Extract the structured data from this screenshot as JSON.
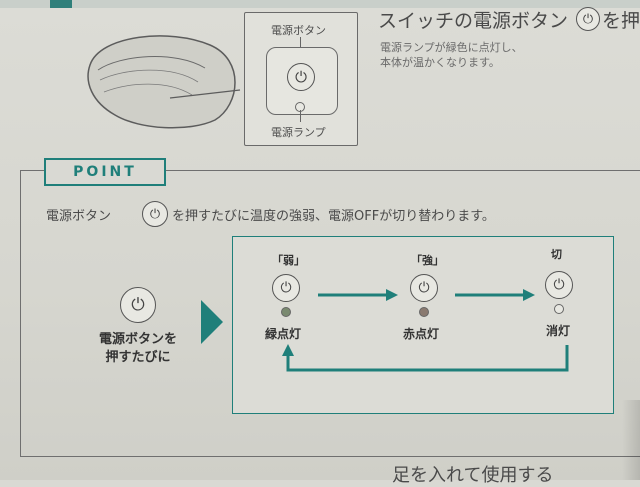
{
  "illustration": {
    "power_button_label": "電源ボタン",
    "power_lamp_label": "電源ランプ"
  },
  "heading": {
    "text": "スイッチの電源ボタン",
    "trailing": "を押"
  },
  "description": {
    "line1": "電源ランプが緑色に点灯し、",
    "line2": "本体が温かくなります。"
  },
  "point": {
    "tag": "POINT",
    "intro_before": "電源ボタン",
    "intro_after": "を押すたびに温度の強弱、電源OFFが切り替わります。",
    "left_label_line1": "電源ボタンを",
    "left_label_line2": "押すたびに",
    "states": [
      {
        "name": "「弱」",
        "lamp": "緑点灯",
        "lamp_color": "#7a8a70"
      },
      {
        "name": "「強」",
        "lamp": "赤点灯",
        "lamp_color": "#8a7a70"
      },
      {
        "name": "切",
        "lamp": "消灯",
        "lamp_color": "#e8e8e2"
      }
    ]
  },
  "colors": {
    "accent": "#1f7f7a"
  },
  "footer": {
    "text": "足を入れて使用する"
  }
}
